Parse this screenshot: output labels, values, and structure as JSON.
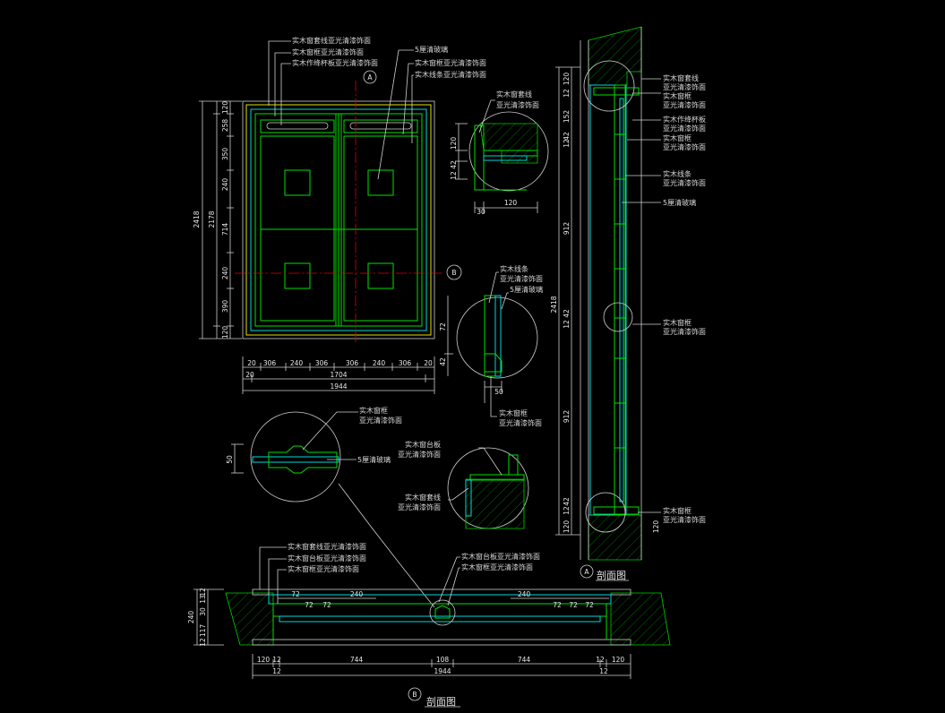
{
  "elevation": {
    "labels_left": [
      "实木窗套线亚光清漆饰面",
      "实木窗框亚光清漆饰面",
      "实木作绛杯板亚光清漆饰面"
    ],
    "labels_right": [
      "5厘清玻璃",
      "实木窗框亚光清漆饰面",
      "实木线条亚光清漆饰面"
    ],
    "marker_a": "A",
    "marker_b": "B",
    "vdims": [
      "120",
      "258",
      "350",
      "240",
      "714",
      "240",
      "390",
      "120"
    ],
    "vdim_total": "2418",
    "vdim_sub": "2178",
    "hdims": [
      "20",
      "306",
      "240",
      "306",
      "306",
      "240",
      "306",
      "20"
    ],
    "hdim_inner": "1704",
    "hdim_total": "1944",
    "hdim_left": "20"
  },
  "detail_top": {
    "labels": [
      "实木窗套线",
      "亚光清漆饰面"
    ],
    "dims": [
      "120",
      "42",
      "12"
    ],
    "dim_bottom_a": "120",
    "dim_bottom_b": "30"
  },
  "detail_mid": {
    "labels": [
      "实木线条",
      "亚光清漆饰面",
      "5厘清玻璃"
    ],
    "dims_v": [
      "72",
      "42"
    ],
    "dim_bottom": "50",
    "labels_bottom": [
      "实木窗框",
      "亚光清漆饰面"
    ]
  },
  "detail_left": {
    "labels": [
      "实木窗框",
      "亚光清漆饰面"
    ],
    "label_glass": "5厘清玻璃",
    "dim": "50"
  },
  "detail_sill": {
    "labels_top": [
      "实木窗台板",
      "亚光清漆饰面"
    ],
    "labels_bottom": [
      "实木窗套线",
      "亚光清漆饰面"
    ]
  },
  "section_a": {
    "title": "剖面图",
    "marker": "A",
    "vdims": [
      "120",
      "12",
      "152",
      "42",
      "12",
      "912",
      "42",
      "12",
      "912",
      "42",
      "12",
      "120"
    ],
    "vdim_total": "2418",
    "labels_right": [
      [
        "实木窗套线",
        "亚光清漆饰面"
      ],
      [
        "实木窗框",
        "亚光清漆饰面"
      ],
      [
        "实木作绛杯板",
        "亚光清漆饰面"
      ],
      [
        "实木窗框",
        "亚光清漆饰面"
      ],
      [
        "实木线条",
        "亚光清漆饰面"
      ],
      [
        "5厘清玻璃"
      ],
      [
        "实木窗框",
        "亚光清漆饰面"
      ],
      [
        "实木窗框",
        "亚光清漆饰面"
      ]
    ],
    "dim_right_bottom": "120"
  },
  "section_b": {
    "title": "剖面图",
    "marker": "B",
    "labels_left": [
      "实木窗套线亚光清漆饰面",
      "实木窗台板亚光清漆饰面",
      "实木窗框亚光清漆饰面"
    ],
    "labels_right": [
      "实木窗台板亚光清漆饰面",
      "实木窗框亚光清漆饰面"
    ],
    "top_dims_left": [
      "72",
      "72",
      "72",
      "240"
    ],
    "top_dims_right": [
      "240",
      "72",
      "72",
      "72"
    ],
    "vdims": [
      "12",
      "13",
      "30",
      "117",
      "12"
    ],
    "vdim_total": "240",
    "bottom_dims": [
      "120",
      "12",
      "744",
      "108",
      "744",
      "12",
      "120"
    ],
    "bottom_total": "1944",
    "bottom_end_left": "12",
    "bottom_end_right": "12"
  }
}
